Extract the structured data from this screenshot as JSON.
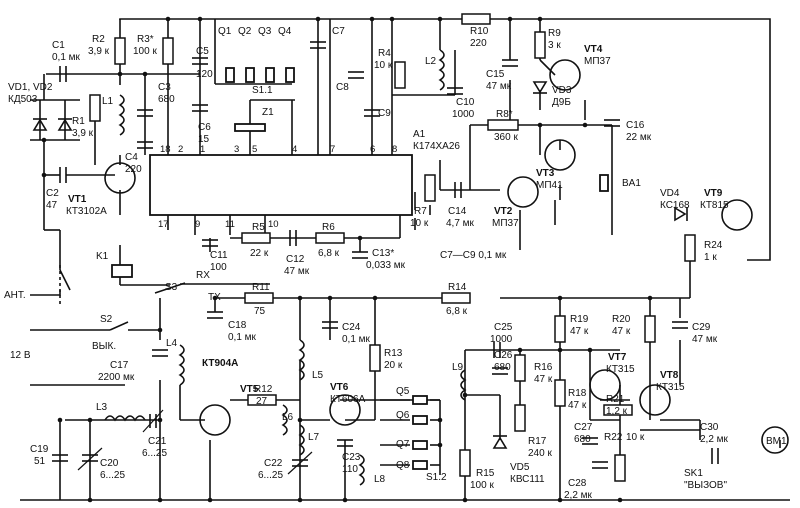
{
  "chip": {
    "ref": "A1",
    "part": "К174ХА26",
    "pins_top": [
      "18",
      "2",
      "1",
      "3",
      "5",
      "4",
      "7",
      "6",
      "8"
    ],
    "pins_bottom": [
      "17",
      "9",
      "11",
      "10"
    ]
  },
  "labels": {
    "C1": [
      "C1",
      "0,1 мк"
    ],
    "R2": [
      "R2",
      "3,9 к"
    ],
    "R3": [
      "R3*",
      "100 к"
    ],
    "C5": [
      "C5",
      "120"
    ],
    "Q1": [
      "Q1"
    ],
    "Q2": [
      "Q2"
    ],
    "Q3": [
      "Q3"
    ],
    "Q4": [
      "Q4"
    ],
    "C7": [
      "C7"
    ],
    "R4": [
      "R4",
      "10 к"
    ],
    "C8": [
      "C8"
    ],
    "L2": [
      "L2"
    ],
    "R10": [
      "R10",
      "220"
    ],
    "R9": [
      "R9",
      "3 к"
    ],
    "VT4": [
      "VT4",
      "МП37"
    ],
    "VD1": [
      "VD1, VD2",
      "КД503"
    ],
    "C3": [
      "C3",
      "680"
    ],
    "L1": [
      "L1"
    ],
    "S11": [
      "S1.1"
    ],
    "C10": [
      "C10",
      "1000"
    ],
    "C15": [
      "C15",
      "47 мк"
    ],
    "VD3": [
      "VD3",
      "Д9Б"
    ],
    "R1": [
      "R1",
      "3,9 к"
    ],
    "C6": [
      "C6",
      "15"
    ],
    "Z1": [
      "Z1"
    ],
    "C9": [
      "C9"
    ],
    "R8": [
      "R8*",
      "360 к"
    ],
    "C16": [
      "C16",
      "22 мк"
    ],
    "C4": [
      "C4",
      "220"
    ],
    "VT3": [
      "VT3",
      "МП41"
    ],
    "BA1": [
      "BA1"
    ],
    "C2": [
      "C2",
      "47"
    ],
    "VT1": [
      "VT1",
      "КТ3102А"
    ],
    "VD4": [
      "VD4",
      "КС168"
    ],
    "VT9": [
      "VT9",
      "КТ815"
    ],
    "C14": [
      "C14",
      "4,7 мк"
    ],
    "R7": [
      "R7",
      "10 к"
    ],
    "VT2": [
      "VT2",
      "МП37"
    ],
    "R5": [
      "R5",
      "22 к"
    ],
    "C12": [
      "C12",
      "47 мк"
    ],
    "R6": [
      "R6",
      "6,8 к"
    ],
    "C13": [
      "C13*",
      "0,033 мк"
    ],
    "C11": [
      "C11",
      "100"
    ],
    "R24": [
      "R24",
      "1 к"
    ],
    "C7C9": [
      "C7—C9  0,1 мк"
    ],
    "ANT": [
      "АНТ."
    ],
    "K1": [
      "K1"
    ],
    "S3": [
      "S3"
    ],
    "RX": [
      "RX"
    ],
    "TX": [
      "TX"
    ],
    "R11": [
      "R11",
      "75"
    ],
    "R14": [
      "R14",
      "6,8 к"
    ],
    "S2": [
      "S2"
    ],
    "VYK": [
      "ВЫК."
    ],
    "C18": [
      "C18",
      "0,1 мк"
    ],
    "C24": [
      "C24",
      "0,1 мк"
    ],
    "C25": [
      "C25",
      "1000"
    ],
    "R19": [
      "R19",
      "47 к"
    ],
    "R20": [
      "R20",
      "47 к"
    ],
    "C29": [
      "C29",
      "47 мк"
    ],
    "V12": [
      "12 В"
    ],
    "C17": [
      "C17",
      "2200 мк"
    ],
    "R13": [
      "R13",
      "20 к"
    ],
    "L4": [
      "L4"
    ],
    "L5": [
      "L5"
    ],
    "VT5": [
      "КТ904А",
      "VT5"
    ],
    "R12": [
      "R12",
      "27"
    ],
    "L6": [
      "L6"
    ],
    "VT6": [
      "VT6",
      "КТ606А"
    ],
    "Q5": [
      "Q5"
    ],
    "Q6": [
      "Q6"
    ],
    "Q7": [
      "Q7"
    ],
    "Q8": [
      "Q8"
    ],
    "L9": [
      "L9"
    ],
    "C26": [
      "C26",
      "680"
    ],
    "R16": [
      "R16",
      "47 к"
    ],
    "VT7": [
      "VT7",
      "КТ315"
    ],
    "VT8": [
      "VT8",
      "КТ315"
    ],
    "R18": [
      "R18",
      "47 к"
    ],
    "R21": [
      "R21",
      "1,2 к"
    ],
    "L3": [
      "L3"
    ],
    "C21": [
      "C21",
      "6...25"
    ],
    "L7": [
      "L7"
    ],
    "C23": [
      "C23",
      "110"
    ],
    "L8": [
      "L8"
    ],
    "R17": [
      "R17",
      "240 к"
    ],
    "C27": [
      "C27",
      "680"
    ],
    "R22": [
      "R22",
      "10 к"
    ],
    "C30": [
      "C30",
      "2,2 мк"
    ],
    "BM1": [
      "BM1"
    ],
    "C19": [
      "C19",
      "51"
    ],
    "C20": [
      "C20",
      "6...25"
    ],
    "C22": [
      "C22",
      "6...25"
    ],
    "S12": [
      "S1.2"
    ],
    "R15": [
      "R15",
      "100 к"
    ],
    "VD5": [
      "VD5",
      "КВС111"
    ],
    "C28": [
      "C28",
      "2,2 мк"
    ],
    "SK1": [
      "SK1",
      "\"ВЫЗОВ\""
    ]
  }
}
